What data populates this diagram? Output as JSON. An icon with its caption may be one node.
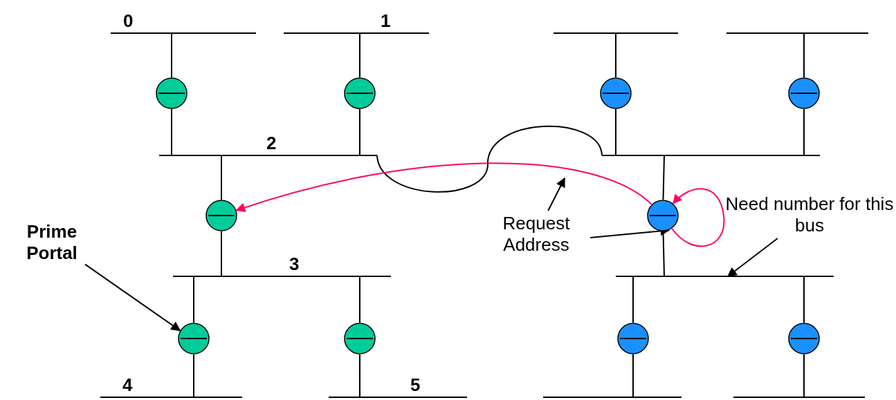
{
  "diagram": {
    "nodes": [
      {
        "text": [
          "0"
        ]
      },
      {
        "text": [
          "1"
        ]
      },
      {
        "text": [],
        "shape": "bar"
      },
      {
        "text": [],
        "shape": "bar"
      },
      {
        "text": [],
        "shape": "circle"
      },
      {
        "text": [],
        "shape": "circle"
      },
      {
        "text": [],
        "shape": "circle"
      },
      {
        "text": [],
        "shape": "circle"
      },
      {
        "text": [
          "2"
        ]
      },
      {
        "text": [],
        "shape": "bar"
      },
      {
        "text": [],
        "shape": "circle"
      },
      {
        "text": [],
        "shape": "circle"
      },
      {
        "text": [
          "Request Address"
        ]
      },
      {
        "text": [
          "Need number for this bus"
        ]
      },
      {
        "text": [
          "Prime Portal"
        ]
      },
      {
        "text": [
          "3"
        ]
      },
      {
        "text": [],
        "shape": "bar"
      },
      {
        "text": [],
        "shape": "circle"
      },
      {
        "text": [],
        "shape": "circle"
      },
      {
        "text": [],
        "shape": "circle"
      },
      {
        "text": [],
        "shape": "circle"
      },
      {
        "text": [
          "4"
        ]
      },
      {
        "text": [
          "5"
        ]
      },
      {
        "text": [],
        "shape": "bar"
      },
      {
        "text": [],
        "shape": "bar"
      }
    ],
    "edges": [
      {
        "from": 0,
        "to": 4,
        "arrow": "none"
      },
      {
        "from": 4,
        "to": 8,
        "arrow": "none"
      },
      {
        "from": 1,
        "to": 5,
        "arrow": "none"
      },
      {
        "from": 5,
        "to": 8,
        "arrow": "none"
      },
      {
        "from": 2,
        "to": 6,
        "arrow": "none"
      },
      {
        "from": 6,
        "to": 9,
        "arrow": "none"
      },
      {
        "from": 3,
        "to": 7,
        "arrow": "none"
      },
      {
        "from": 7,
        "to": 9,
        "arrow": "none"
      },
      {
        "from": 8,
        "to": 9,
        "arrow": "none"
      },
      {
        "from": 8,
        "to": 10,
        "arrow": "none"
      },
      {
        "from": 10,
        "to": 15,
        "arrow": "none"
      },
      {
        "from": 9,
        "to": 11,
        "arrow": "none"
      },
      {
        "from": 11,
        "to": 16,
        "arrow": "none"
      },
      {
        "from": 15,
        "to": 17,
        "arrow": "none"
      },
      {
        "from": 17,
        "to": 21,
        "arrow": "none"
      },
      {
        "from": 15,
        "to": 18,
        "arrow": "none"
      },
      {
        "from": 18,
        "to": 22,
        "arrow": "none"
      },
      {
        "from": 16,
        "to": 19,
        "arrow": "none"
      },
      {
        "from": 19,
        "to": 23,
        "arrow": "none"
      },
      {
        "from": 16,
        "to": 20,
        "arrow": "none"
      },
      {
        "from": 20,
        "to": 24,
        "arrow": "none"
      },
      {
        "from": 11,
        "to": 10,
        "arrow": "to",
        "color": "#ff0066"
      },
      {
        "from": 11,
        "to": 11,
        "arrow": "to",
        "color": "#ff0066"
      },
      {
        "from": 12,
        "to": null,
        "arrow": "to"
      },
      {
        "from": 12,
        "to": 11,
        "arrow": "to"
      },
      {
        "from": 13,
        "to": 16,
        "arrow": "to"
      },
      {
        "from": 14,
        "to": 17,
        "arrow": "to"
      }
    ]
  }
}
